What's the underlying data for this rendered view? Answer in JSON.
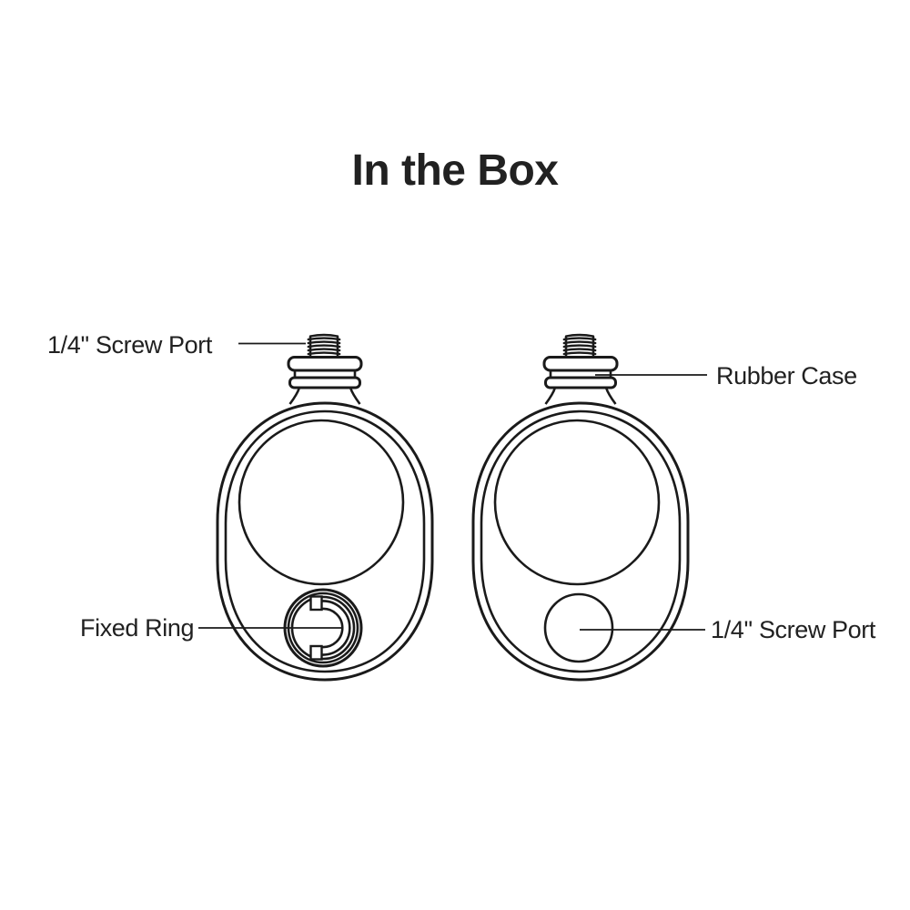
{
  "title": "In the Box",
  "callouts": {
    "screw_port_left": "1/4'' Screw Port",
    "rubber_case": "Rubber Case",
    "fixed_ring": "Fixed Ring",
    "screw_port_right": "1/4'' Screw Port"
  },
  "items": [
    {
      "name": "mount-front-view",
      "features": [
        "1/4'' Screw Port",
        "Fixed Ring"
      ]
    },
    {
      "name": "mount-back-view",
      "features": [
        "Rubber Case",
        "1/4'' Screw Port"
      ]
    }
  ],
  "colors": {
    "line": "#1a1a1a",
    "text": "#212121",
    "background": "#ffffff"
  }
}
